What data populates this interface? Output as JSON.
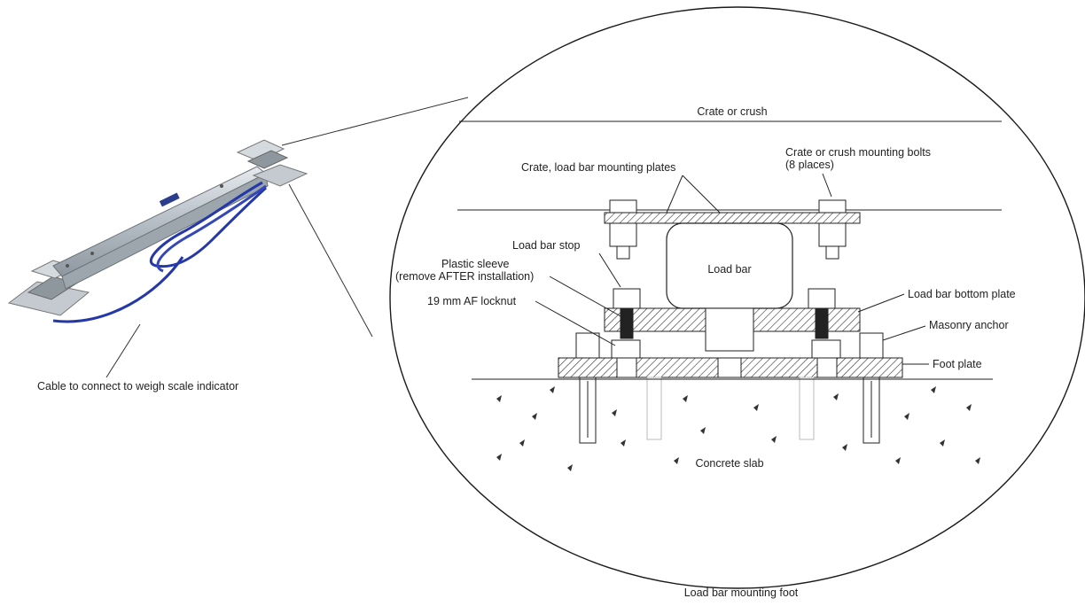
{
  "labels": {
    "crate_or_crush": "Crate or crush",
    "crate_mounting_plates": "Crate, load bar mounting plates",
    "mounting_bolts_line1": "Crate or crush mounting bolts",
    "mounting_bolts_line2": "(8 places)",
    "load_bar_stop": "Load bar stop",
    "plastic_sleeve_line1": "Plastic sleeve",
    "plastic_sleeve_line2": "(remove AFTER installation)",
    "locknut": "19 mm AF locknut",
    "load_bar": "Load bar",
    "load_bar_bottom_plate": "Load bar bottom plate",
    "masonry_anchor": "Masonry anchor",
    "foot_plate": "Foot plate",
    "concrete_slab": "Concrete slab",
    "cable": "Cable to connect to weigh scale indicator",
    "caption": "Load bar mounting foot"
  },
  "colors": {
    "line": "#1a1a1a",
    "metal": "#b9c0c6",
    "cable": "#2438a8"
  }
}
